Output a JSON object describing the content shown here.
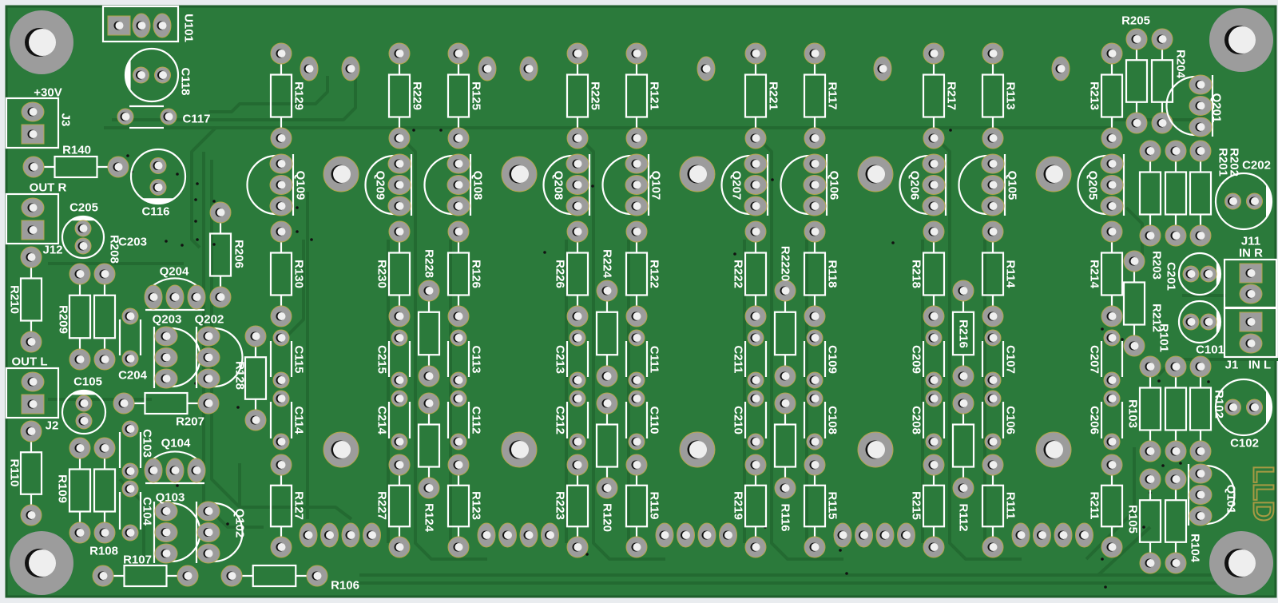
{
  "refs": {
    "U101": "U101",
    "C118": "C118",
    "C117": "C117",
    "J3": "J3",
    "R140": "R140",
    "C116": "C116",
    "J12": "J12",
    "C205": "C205",
    "R208": "R208",
    "C203": "C203",
    "R206": "R206",
    "Q204": "Q204",
    "R210": "R210",
    "R209": "R209",
    "C204": "C204",
    "Q203": "Q203",
    "Q202": "Q202",
    "J2": "J2",
    "C105": "C105",
    "R207": "R207",
    "R110": "R110",
    "R109": "R109",
    "R108": "R108",
    "C103": "C103",
    "C104": "C104",
    "Q104": "Q104",
    "Q103": "Q103",
    "Q102": "Q102",
    "R107": "R107",
    "R106": "R106",
    "R128": "R128",
    "R129": "R129",
    "Q109": "Q109",
    "R130": "R130",
    "C115": "C115",
    "C114": "C114",
    "R127": "R127",
    "R229": "R229",
    "Q209": "Q209",
    "R230": "R230",
    "C215": "C215",
    "C214": "C214",
    "R227": "R227",
    "R228": "R228",
    "R124": "R124",
    "R125": "R125",
    "Q108": "Q108",
    "R126": "R126",
    "C113": "C113",
    "C112": "C112",
    "R123": "R123",
    "R225": "R225",
    "Q208": "Q208",
    "R226": "R226",
    "C213": "C213",
    "C212": "C212",
    "R223": "R223",
    "R224": "R224",
    "R120": "R120",
    "R121": "R121",
    "Q107": "Q107",
    "R122": "R122",
    "C111": "C111",
    "C110": "C110",
    "R119": "R119",
    "R221": "R221",
    "Q207": "Q207",
    "R222": "R222",
    "C211": "C211",
    "C210": "C210",
    "R219": "R219",
    "R220": "R2220",
    "R116": "R116",
    "R117": "R117",
    "Q106": "Q106",
    "R118": "R118",
    "C109": "C109",
    "C108": "C108",
    "R115": "R115",
    "R217": "R217",
    "Q206": "Q206",
    "R218": "R218",
    "C209": "C209",
    "C208": "C208",
    "R215": "R215",
    "R216": "R216",
    "R112": "R112",
    "R113": "R113",
    "Q105": "Q105",
    "R114": "R114",
    "C107": "C107",
    "C106": "C106",
    "R111": "R111",
    "R213": "R213",
    "Q205": "Q205",
    "R214": "R214",
    "C207": "C207",
    "C206": "C206",
    "R211": "R211",
    "R205": "R205",
    "R204": "R204",
    "Q201": "Q201",
    "R202": "R202",
    "R201": "R201",
    "R203": "R203",
    "C202": "C202",
    "R212": "R212",
    "C201": "C201",
    "J11": "J11",
    "J1": "J1",
    "C101": "C101",
    "R101": "R101",
    "R103": "R103",
    "R102": "R102",
    "C102": "C102",
    "R105": "R105",
    "R104": "R104",
    "Q101": "Q101"
  },
  "texts": {
    "v30": "+30V",
    "out_r": "OUT R",
    "out_l": "OUT L",
    "in_r": "IN R",
    "in_l": "IN L"
  },
  "logo": "LLD",
  "colors": {
    "board": "#2b7a3b",
    "edge": "#1e5e2b",
    "trace": "#236a31",
    "pad": "#9c9c9c",
    "silk": "#ffffff",
    "logo": "#a79a43"
  }
}
